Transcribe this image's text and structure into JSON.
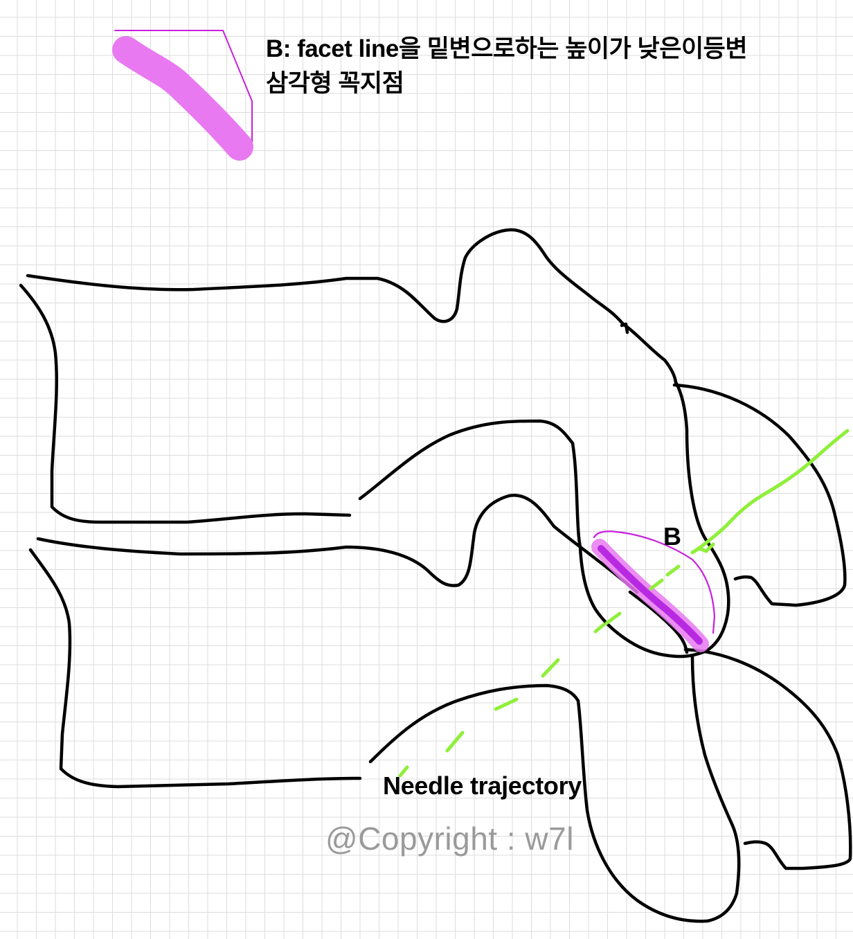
{
  "diagram": {
    "title_line1": "B: facet line을 밑변으로하는 높이가  낮은이등변",
    "title_line2": "삼각형 꼭지점",
    "point_label": "B",
    "needle_label": "Needle trajectory",
    "copyright": "@Copyright : w7l"
  },
  "colors": {
    "outline": "#000000",
    "needle": "#8fef3a",
    "highlight_fill": "#e879f0",
    "highlight_dark": "#b31fe0",
    "highlight_line": "#c81fdc",
    "copyright": "#9a9a9a",
    "grid": "#dcdcdc"
  }
}
